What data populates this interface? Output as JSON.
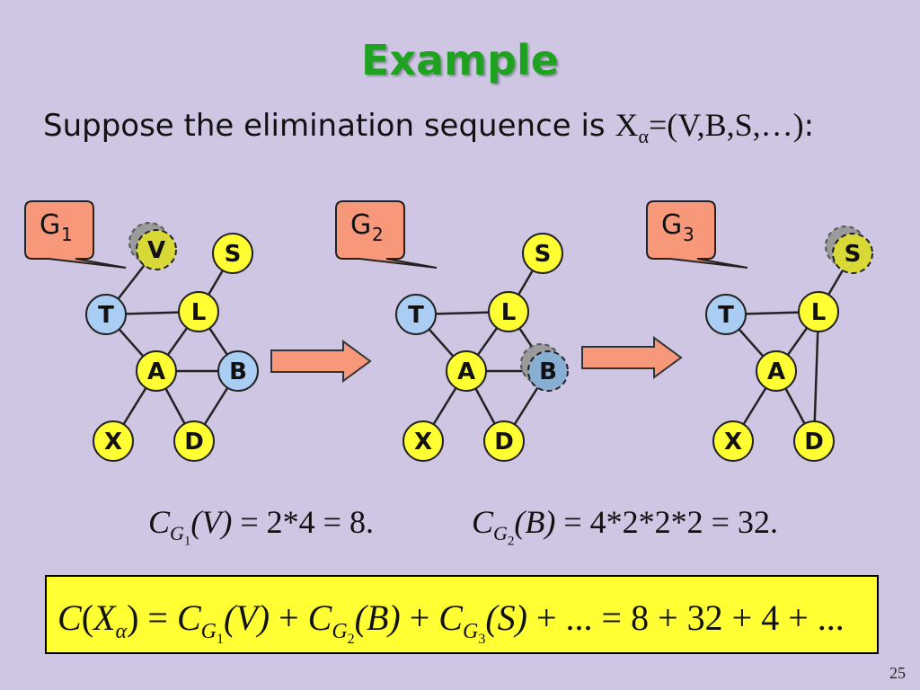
{
  "title": "Example",
  "subtitle": {
    "text": "Suppose the elimination sequence is ",
    "seq_X": "X",
    "seq_sub": "α",
    "seq_rest": "=(V,B,S,…)",
    "colon": ":"
  },
  "graphs": [
    {
      "label": "G",
      "label_sub": "1",
      "nodes": [
        {
          "id": "V",
          "label": "V",
          "color": "yellow",
          "eliminated": true
        },
        {
          "id": "S",
          "label": "S",
          "color": "yellow"
        },
        {
          "id": "T",
          "label": "T",
          "color": "blue"
        },
        {
          "id": "L",
          "label": "L",
          "color": "yellow"
        },
        {
          "id": "A",
          "label": "A",
          "color": "yellow"
        },
        {
          "id": "B",
          "label": "B",
          "color": "blue"
        },
        {
          "id": "X",
          "label": "X",
          "color": "yellow"
        },
        {
          "id": "D",
          "label": "D",
          "color": "yellow"
        }
      ],
      "edges": [
        [
          "V",
          "T"
        ],
        [
          "S",
          "L"
        ],
        [
          "T",
          "L"
        ],
        [
          "T",
          "A"
        ],
        [
          "L",
          "A"
        ],
        [
          "L",
          "B"
        ],
        [
          "A",
          "B"
        ],
        [
          "A",
          "X"
        ],
        [
          "A",
          "D"
        ],
        [
          "B",
          "D"
        ]
      ]
    },
    {
      "label": "G",
      "label_sub": "2",
      "nodes": [
        {
          "id": "S",
          "label": "S",
          "color": "yellow"
        },
        {
          "id": "T",
          "label": "T",
          "color": "blue"
        },
        {
          "id": "L",
          "label": "L",
          "color": "yellow"
        },
        {
          "id": "A",
          "label": "A",
          "color": "yellow"
        },
        {
          "id": "B",
          "label": "B",
          "color": "blue",
          "eliminated": true
        },
        {
          "id": "X",
          "label": "X",
          "color": "yellow"
        },
        {
          "id": "D",
          "label": "D",
          "color": "yellow"
        }
      ],
      "edges": [
        [
          "S",
          "L"
        ],
        [
          "T",
          "L"
        ],
        [
          "T",
          "A"
        ],
        [
          "L",
          "A"
        ],
        [
          "L",
          "B"
        ],
        [
          "A",
          "B"
        ],
        [
          "A",
          "X"
        ],
        [
          "A",
          "D"
        ],
        [
          "B",
          "D"
        ]
      ]
    },
    {
      "label": "G",
      "label_sub": "3",
      "nodes": [
        {
          "id": "S",
          "label": "S",
          "color": "yellow",
          "eliminated": true
        },
        {
          "id": "T",
          "label": "T",
          "color": "blue"
        },
        {
          "id": "L",
          "label": "L",
          "color": "yellow"
        },
        {
          "id": "A",
          "label": "A",
          "color": "yellow"
        },
        {
          "id": "X",
          "label": "X",
          "color": "yellow"
        },
        {
          "id": "D",
          "label": "D",
          "color": "yellow"
        }
      ],
      "edges": [
        [
          "S",
          "L"
        ],
        [
          "T",
          "L"
        ],
        [
          "T",
          "A"
        ],
        [
          "L",
          "A"
        ],
        [
          "L",
          "D"
        ],
        [
          "A",
          "X"
        ],
        [
          "A",
          "D"
        ]
      ]
    }
  ],
  "colors": {
    "yellow": "#ffff33",
    "blue": "#a9cdf3",
    "callout": "#f7987a",
    "arrow": "#f7987a",
    "box": "#ffff33",
    "title": "#1fa21f"
  },
  "formula1": {
    "C": "C",
    "G": "G",
    "sub": "1",
    "arg": "(V)",
    "rest": " = 2*4 = 8."
  },
  "formula2": {
    "C": "C",
    "G": "G",
    "sub": "2",
    "arg": "(B)",
    "rest": " = 4*2*2*2 = 32."
  },
  "total": {
    "lhs_C": "C",
    "lhs_open": "(",
    "lhs_X": "X",
    "lhs_sub": "α",
    "lhs_close": ") = ",
    "t1_C": "C",
    "t1_G": "G",
    "t1_sub": "1",
    "t1_arg": "(V)",
    "plus": " + ",
    "t2_C": "C",
    "t2_G": "G",
    "t2_sub": "2",
    "t2_arg": "(B)",
    "t3_C": "C",
    "t3_G": "G",
    "t3_sub": "3",
    "t3_arg": "(S)",
    "rest": " + ... = 8 + 32 + 4 + ..."
  },
  "page_number": "25"
}
